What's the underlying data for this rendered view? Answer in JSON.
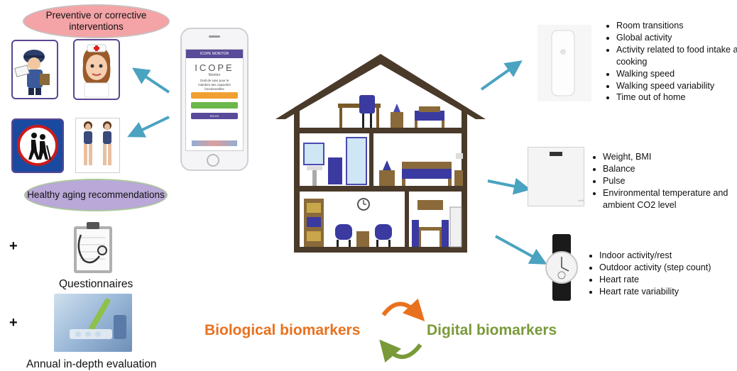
{
  "interventions_label": "Preventive or corrective interventions",
  "healthy_aging_label": "Healthy aging recommendations",
  "questionnaires_label": "Questionnaires",
  "annual_label": "Annual in-depth evaluation",
  "plus_sign": "+",
  "phone": {
    "header": "ICOPE MONITOR",
    "logo": "ICOPE",
    "logo_sub": "Monitor",
    "description": "Outil de suivi pour le maintien des capacités fonctionnelles",
    "buttons": [
      "",
      "",
      ""
    ],
    "send_label": "ENVOI"
  },
  "sensor_features": [
    "Room transitions",
    "Global activity",
    "Activity related to food intake and cooking",
    "Walking speed",
    "Walking speed variability",
    "Time out of home"
  ],
  "scale_features": [
    "Weight, BMI",
    "Balance",
    "Pulse",
    "Environmental temperature and ambient CO2 level"
  ],
  "watch_features": [
    "Indoor activity/rest",
    "Outdoor activity (step count)",
    "Heart rate",
    "Heart rate variability"
  ],
  "biological_label": "Biological biomarkers",
  "digital_label": "Digital biomarkers",
  "colors": {
    "arrow": "#4aa3c0",
    "house": "#4a3a2a",
    "purple": "#4b3fa0",
    "orange": "#e8711f",
    "green": "#7a9a3a"
  }
}
